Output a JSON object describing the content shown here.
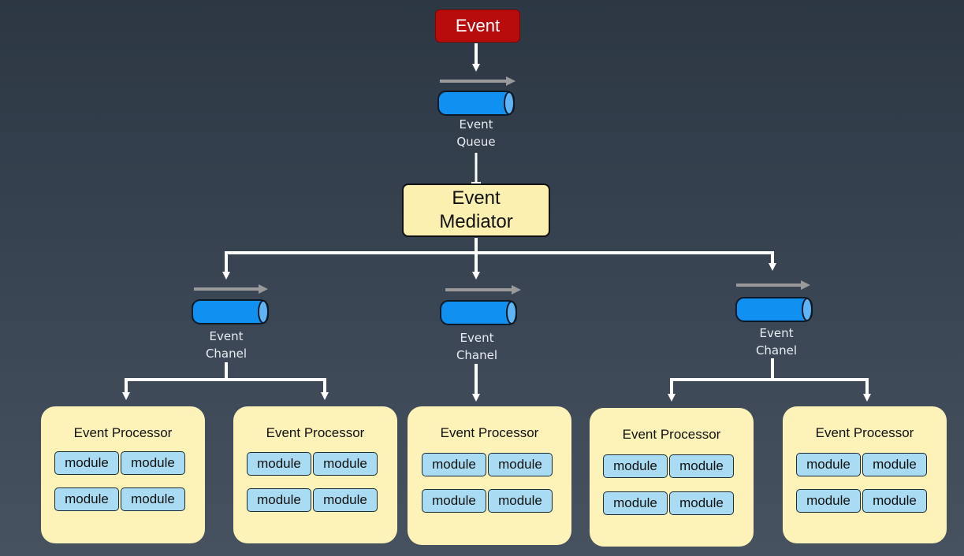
{
  "event": {
    "label": "Event"
  },
  "event_queue": {
    "line1": "Event",
    "line2": "Queue"
  },
  "mediator": {
    "line1": "Event",
    "line2": "Mediator"
  },
  "channels": [
    {
      "line1": "Event",
      "line2": "Chanel"
    },
    {
      "line1": "Event",
      "line2": "Chanel"
    },
    {
      "line1": "Event",
      "line2": "Chanel"
    }
  ],
  "processors": [
    {
      "title": "Event Processor",
      "modules": [
        "module",
        "module",
        "module",
        "module"
      ]
    },
    {
      "title": "Event Processor",
      "modules": [
        "module",
        "module",
        "module",
        "module"
      ]
    },
    {
      "title": "Event Processor",
      "modules": [
        "module",
        "module",
        "module",
        "module"
      ]
    },
    {
      "title": "Event Processor",
      "modules": [
        "module",
        "module",
        "module",
        "module"
      ]
    },
    {
      "title": "Event Processor",
      "modules": [
        "module",
        "module",
        "module",
        "module"
      ]
    }
  ],
  "colors": {
    "event_fill": "#b80c0c",
    "mediator_fill": "#fbf0b0",
    "processor_fill": "#fdf3b8",
    "module_fill": "#a9dcf2",
    "queue_fill": "#1090f0",
    "connector": "#ffffff",
    "flow_arrow": "#9a9a9a"
  }
}
